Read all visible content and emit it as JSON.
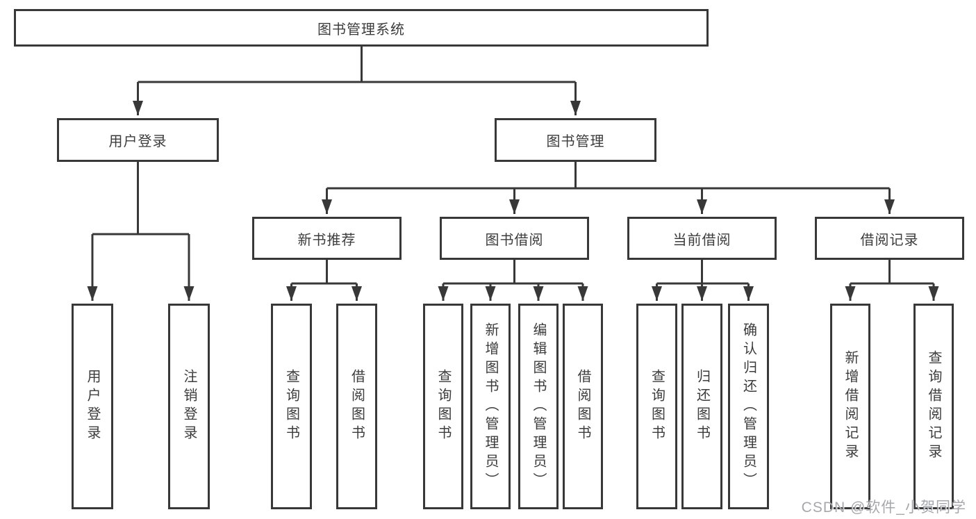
{
  "colors": {
    "line": "#383838",
    "box_border": "#383838",
    "box_background": "#ffffff",
    "text": "#3c3c3c",
    "page_background": "#ffffff",
    "watermark": "#94989d"
  },
  "watermark": {
    "text": "CSDN @软件_小贺同学"
  },
  "tree": {
    "root": {
      "label": "图书管理系统"
    },
    "level2": [
      {
        "label": "用户登录",
        "children": [
          {
            "label": "用户登录"
          },
          {
            "label": "注销登录"
          }
        ]
      },
      {
        "label": "图书管理",
        "children": [
          {
            "label": "新书推荐",
            "children": [
              {
                "label": "查询图书"
              },
              {
                "label": "借阅图书"
              }
            ]
          },
          {
            "label": "图书借阅",
            "children": [
              {
                "label": "查询图书"
              },
              {
                "label": "新增图书（管理员）"
              },
              {
                "label": "编辑图书（管理员）"
              },
              {
                "label": "借阅图书"
              }
            ]
          },
          {
            "label": "当前借阅",
            "children": [
              {
                "label": "查询图书"
              },
              {
                "label": "归还图书"
              },
              {
                "label": "确认归还（管理员）"
              }
            ]
          },
          {
            "label": "借阅记录",
            "children": [
              {
                "label": "新增借阅记录"
              },
              {
                "label": "查询借阅记录"
              }
            ]
          }
        ]
      }
    ]
  }
}
